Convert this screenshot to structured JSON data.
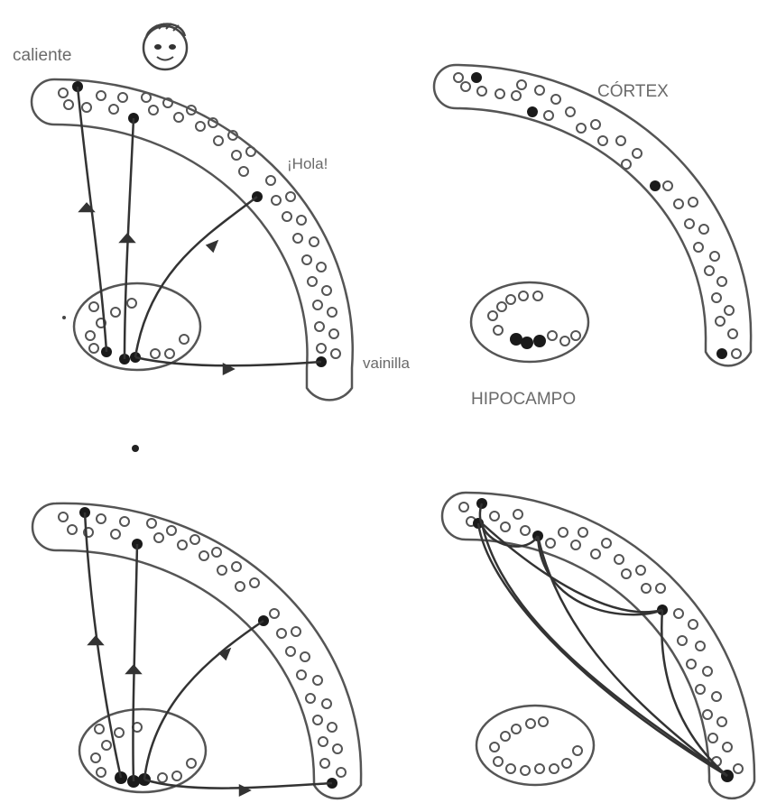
{
  "labels": {
    "hot": "caliente",
    "hello": "¡Hola!",
    "vanilla": "vainilla",
    "cortex": "CÓRTEX",
    "hippocampus": "HIPOCAMPO"
  },
  "panels": [
    {
      "id": "top-left",
      "hippocampus": true,
      "links": "hippocampal"
    },
    {
      "id": "top-right",
      "hippocampus": true,
      "links": "none"
    },
    {
      "id": "bottom-left",
      "hippocampus": true,
      "links": "hippocampal"
    },
    {
      "id": "bottom-right",
      "hippocampus": true,
      "links": "cortical"
    }
  ],
  "colors": {
    "stroke": "#555555",
    "neuron_active": "#1a1a1a",
    "label": "#6a6a6a"
  }
}
